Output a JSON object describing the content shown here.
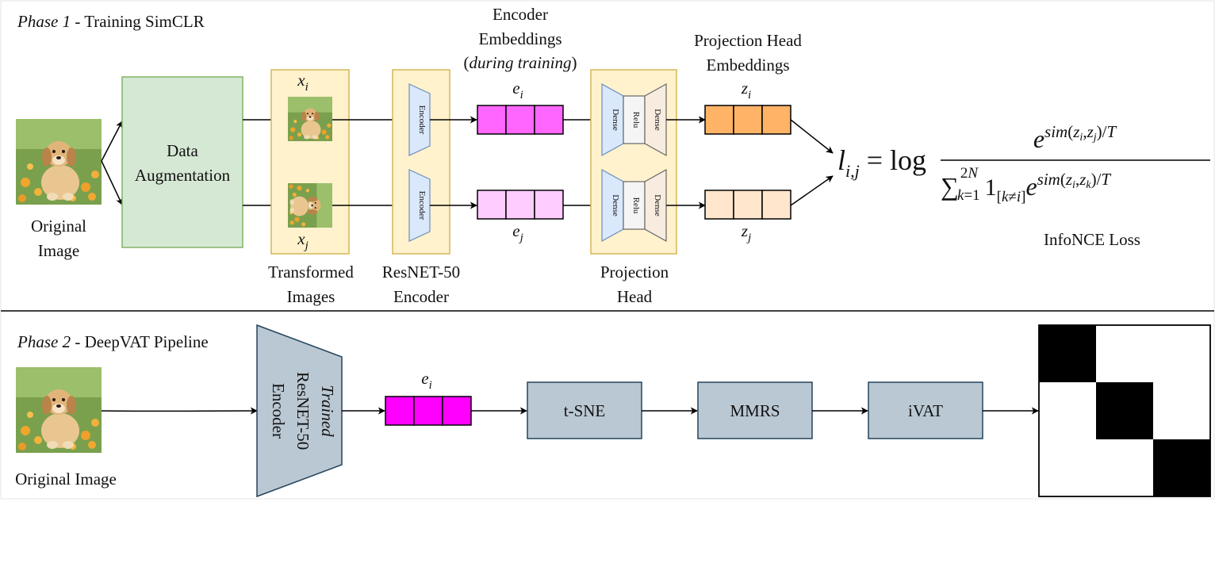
{
  "phase1": {
    "title_italic": "Phase 1",
    "title_rest": " - Training SimCLR",
    "original_image_label": [
      "Original",
      "Image"
    ],
    "augmentation_label": [
      "Data",
      "Augmentation"
    ],
    "xi": "x",
    "xi_sub": "i",
    "xj": "x",
    "xj_sub": "j",
    "transformed_label": [
      "Transformed",
      "Images"
    ],
    "encoder_block": "Encoder",
    "resnet_label": [
      "ResNET-50",
      "Encoder"
    ],
    "encoder_emb_label": [
      "Encoder",
      "Embeddings"
    ],
    "during_training": "during training",
    "ei": "e",
    "ei_sub": "i",
    "ej": "e",
    "ej_sub": "j",
    "dense": "Dense",
    "relu": "Relu",
    "projection_head_label": [
      "Projection",
      "Head"
    ],
    "projection_emb_label": [
      "Projection Head",
      "Embeddings"
    ],
    "zi": "z",
    "zi_sub": "i",
    "zj": "z",
    "zj_sub": "j",
    "loss_caption": "InfoNCE Loss"
  },
  "phase2": {
    "title_italic": "Phase 2",
    "title_rest": " - DeepVAT Pipeline",
    "original_image_label": "Original Image",
    "trained_encoder_label": [
      "Trained",
      "ResNET-50",
      "Encoder"
    ],
    "ei": "e",
    "ei_sub": "i",
    "steps": [
      "t-SNE",
      "MMRS",
      "iVAT"
    ]
  },
  "colors": {
    "augmentation_fill": "#d5e8d4",
    "augmentation_stroke": "#82b366",
    "yellow_fill": "#fff2cc",
    "yellow_stroke": "#d6b656",
    "encoder_fill": "#dae8fc",
    "encoder_stroke": "#6c8ebf",
    "dense_out_fill": "#f8ece0",
    "relu_fill": "#f5f5f5",
    "emb_magenta": "#ff66ff",
    "emb_pink": "#ffccff",
    "emb_orange": "#ffb366",
    "emb_peach": "#ffe6cc",
    "pipeline_fill": "#bac8d3",
    "pipeline_stroke": "#23445d"
  }
}
